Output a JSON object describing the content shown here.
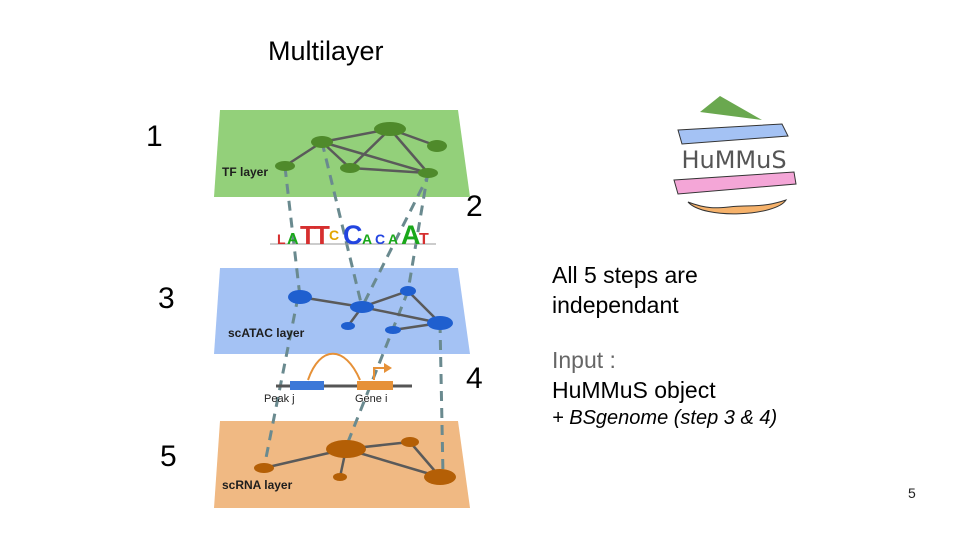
{
  "title": "Multilayer",
  "steps": [
    "1",
    "2",
    "3",
    "4",
    "5"
  ],
  "layers": {
    "tf": {
      "label": "TF layer",
      "fill": "#93d07a",
      "node": "#4f8a2b"
    },
    "atac": {
      "label": "scATAC layer",
      "fill": "#a4c2f4",
      "node": "#1f5fcf"
    },
    "rna": {
      "label": "scRNA layer",
      "fill": "#f0b983",
      "node": "#b45f06"
    }
  },
  "motif": {
    "letters": [
      "L",
      "A",
      "T",
      "T",
      "C",
      "C",
      "A",
      "C",
      "A",
      "A",
      "T"
    ]
  },
  "gene_model": {
    "peak_label": "Peak j",
    "gene_label": "Gene i"
  },
  "description": {
    "line1": "All 5 steps are",
    "line2": "independant",
    "input_label": "Input :",
    "input_value": "HuMMuS object",
    "input_extra": "+ BSgenome (step 3 & 4)"
  },
  "logo": {
    "text": "HuMMuS"
  },
  "page_number": "5"
}
